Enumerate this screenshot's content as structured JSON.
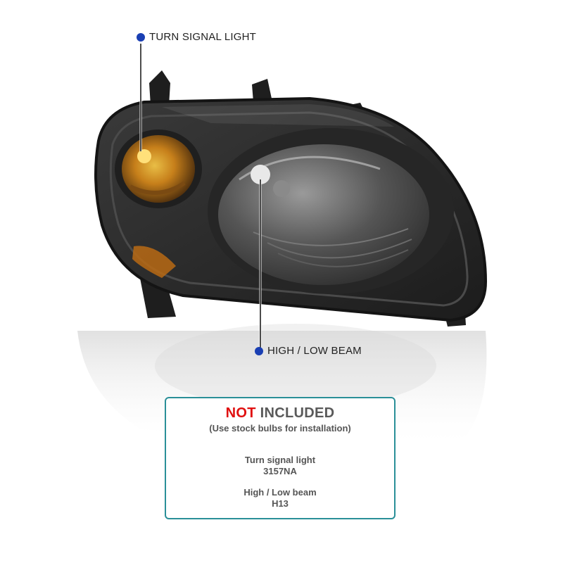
{
  "callouts": {
    "turn_signal": {
      "label": "TURN SIGNAL LIGHT",
      "dot_color": "#1a3fb3"
    },
    "beam": {
      "label": "HIGH / LOW BEAM",
      "dot_color": "#1a3fb3"
    }
  },
  "info_box": {
    "title_highlight": "NOT",
    "title_rest": " INCLUDED",
    "subtitle": "(Use stock bulbs for installation)",
    "items": [
      {
        "name": "Turn signal light",
        "value": "3157NA"
      },
      {
        "name": "High / Low beam",
        "value": "H13"
      }
    ],
    "border_color": "#2a8f98",
    "highlight_color": "#e01010"
  },
  "product": {
    "housing_color": "#2b2b2b",
    "amber_color": "#d98a1a"
  }
}
